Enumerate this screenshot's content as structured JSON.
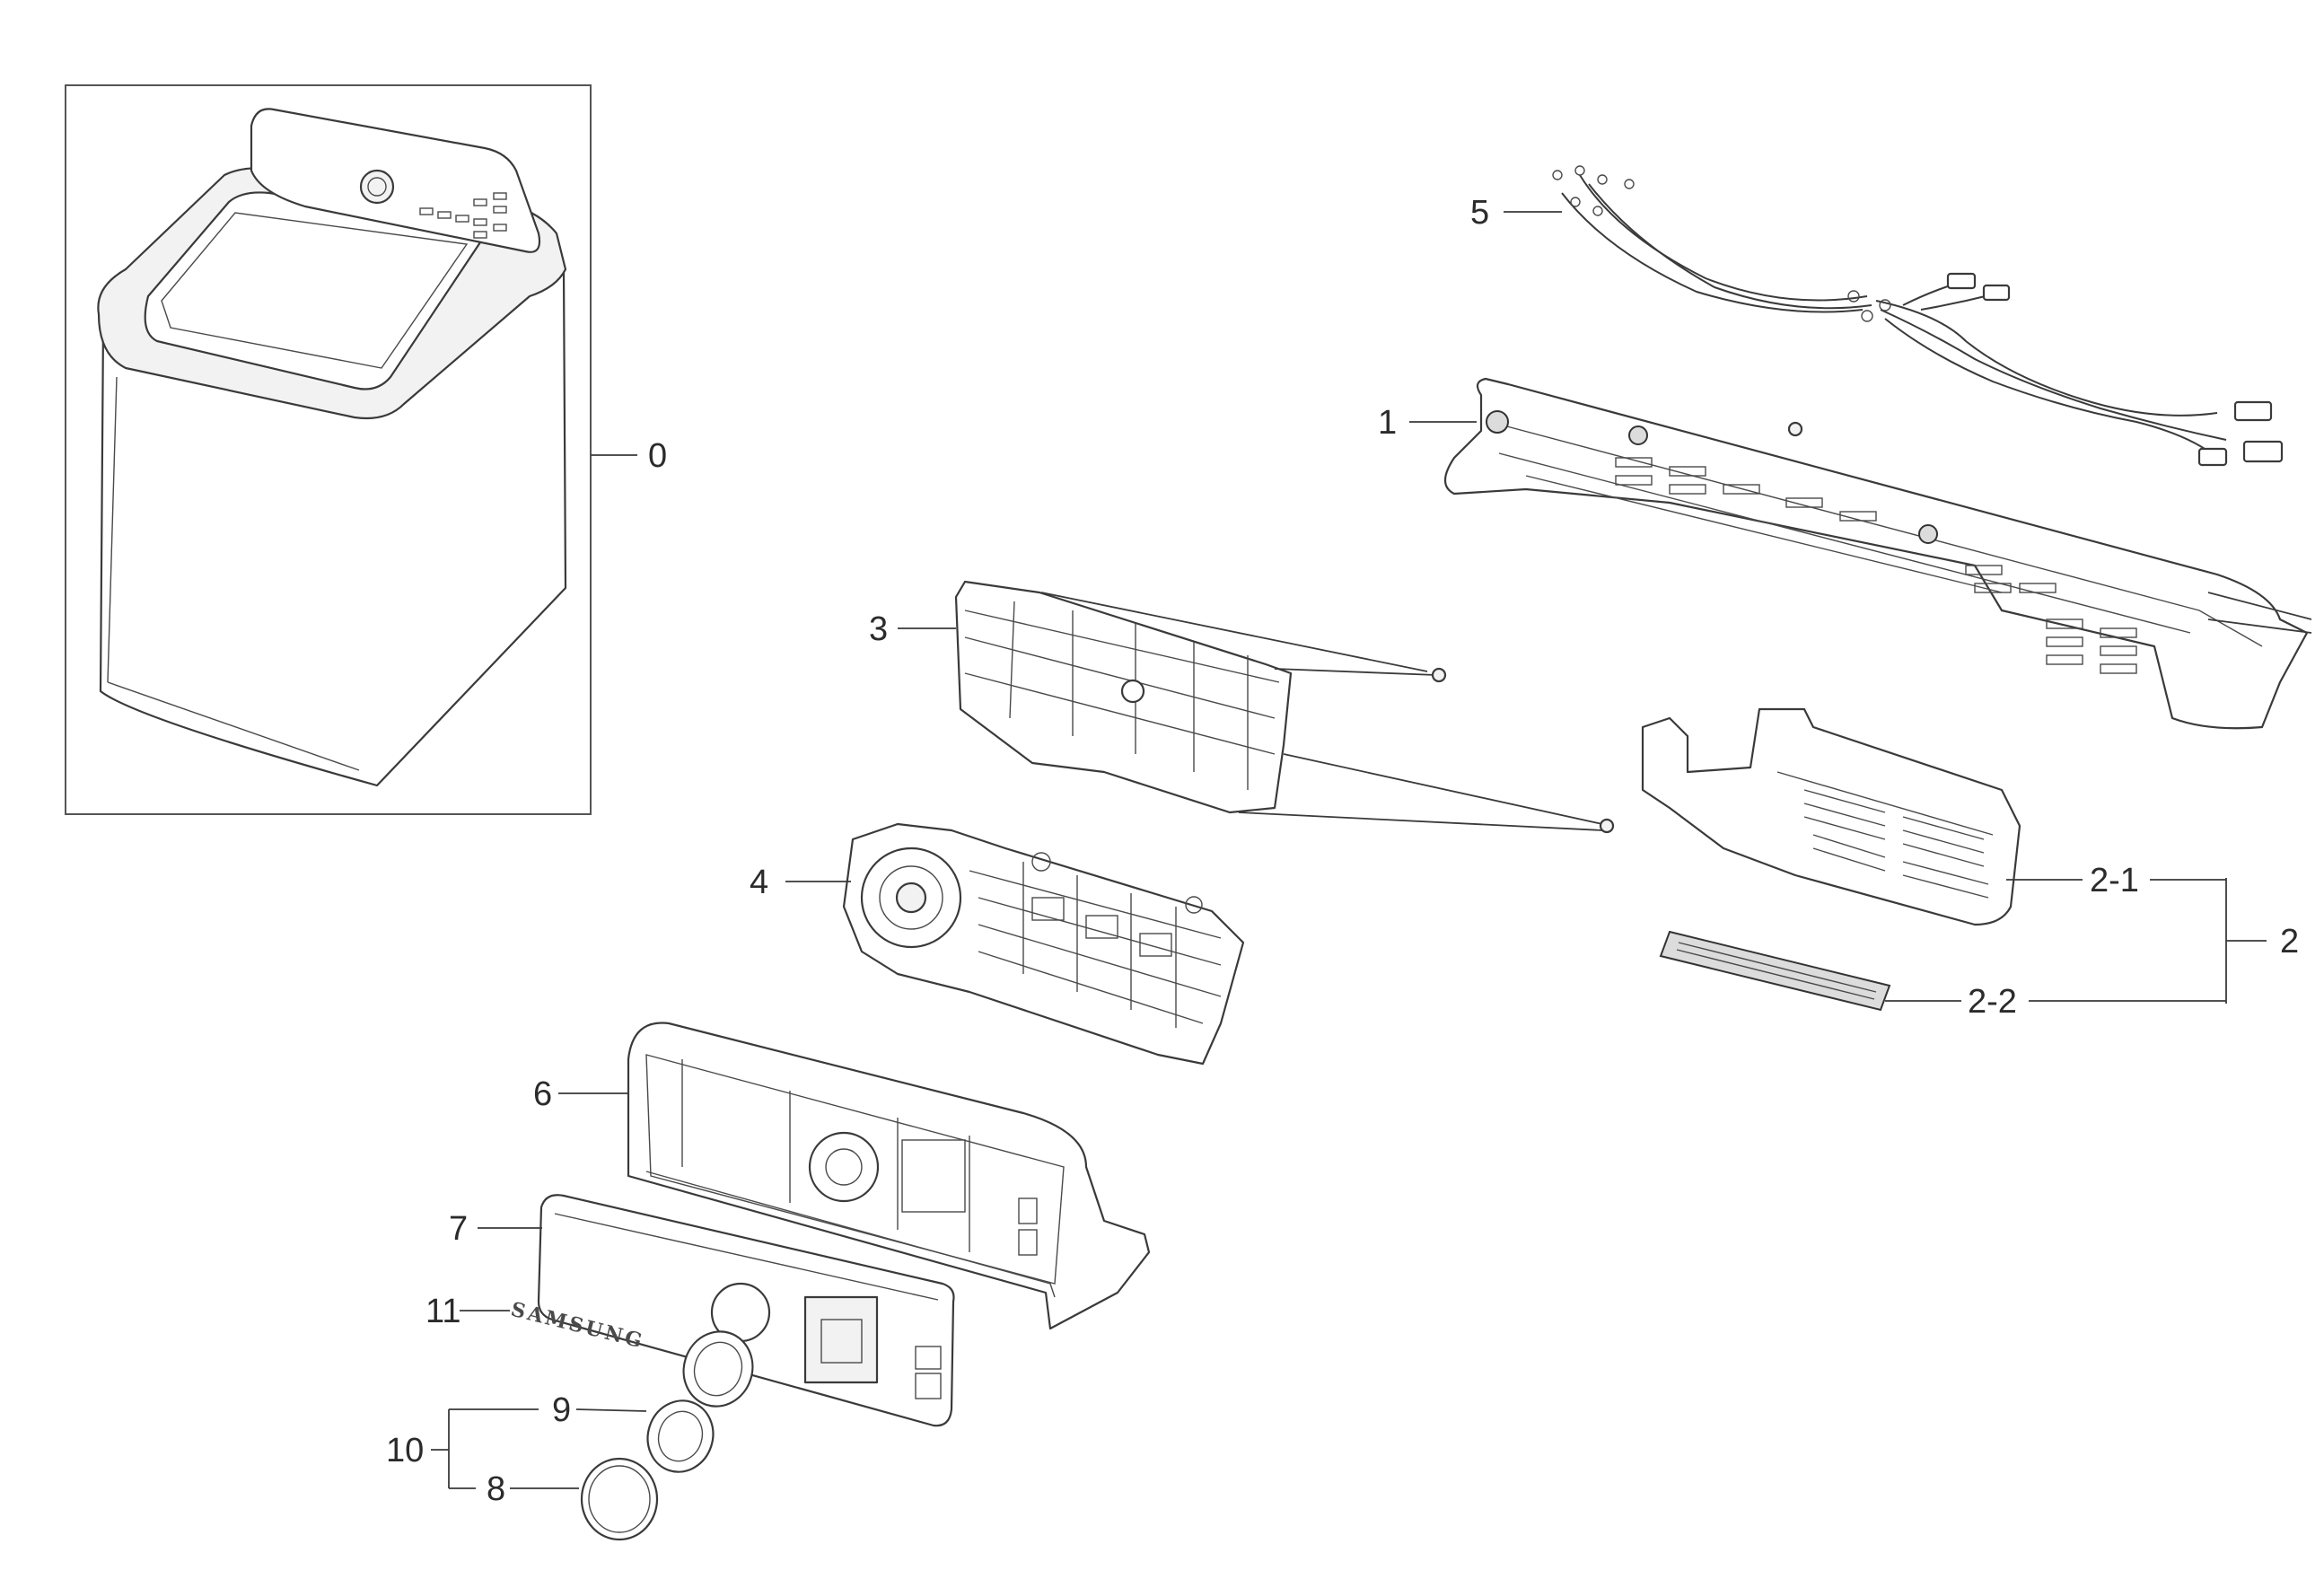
{
  "callouts": {
    "c0": "0",
    "c1": "1",
    "c2": "2",
    "c2_1": "2-1",
    "c2_2": "2-2",
    "c3": "3",
    "c4": "4",
    "c5": "5",
    "c6": "6",
    "c7": "7",
    "c8": "8",
    "c9": "9",
    "c10": "10",
    "c11": "11"
  },
  "brand_badge": "SAMSUNG"
}
